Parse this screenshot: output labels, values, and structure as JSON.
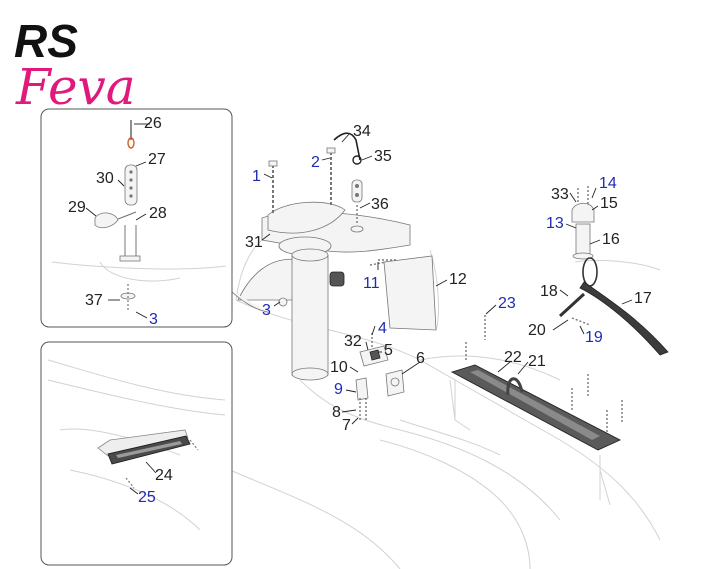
{
  "brand": {
    "line1": "RS",
    "line2": "Feva"
  },
  "colors": {
    "callout_black": "#222222",
    "callout_blue": "#1f2bb4",
    "brand_black": "#111111",
    "brand_pink": "#e0197d",
    "panel_border": "#555555"
  },
  "callouts": {
    "c1": "1",
    "c2": "2",
    "c3": "3",
    "c3b": "3",
    "c4": "4",
    "c5": "5",
    "c6": "6",
    "c7": "7",
    "c8": "8",
    "c9": "9",
    "c10": "10",
    "c11": "11",
    "c12": "12",
    "c13": "13",
    "c14": "14",
    "c15": "15",
    "c16": "16",
    "c17": "17",
    "c18": "18",
    "c19": "19",
    "c20": "20",
    "c21": "21",
    "c22": "22",
    "c23": "23",
    "c24": "24",
    "c25": "25",
    "c26": "26",
    "c27": "27",
    "c28": "28",
    "c29": "29",
    "c30": "30",
    "c31": "31",
    "c32": "32",
    "c33": "33",
    "c34": "34",
    "c35": "35",
    "c36": "36",
    "c37": "37"
  }
}
